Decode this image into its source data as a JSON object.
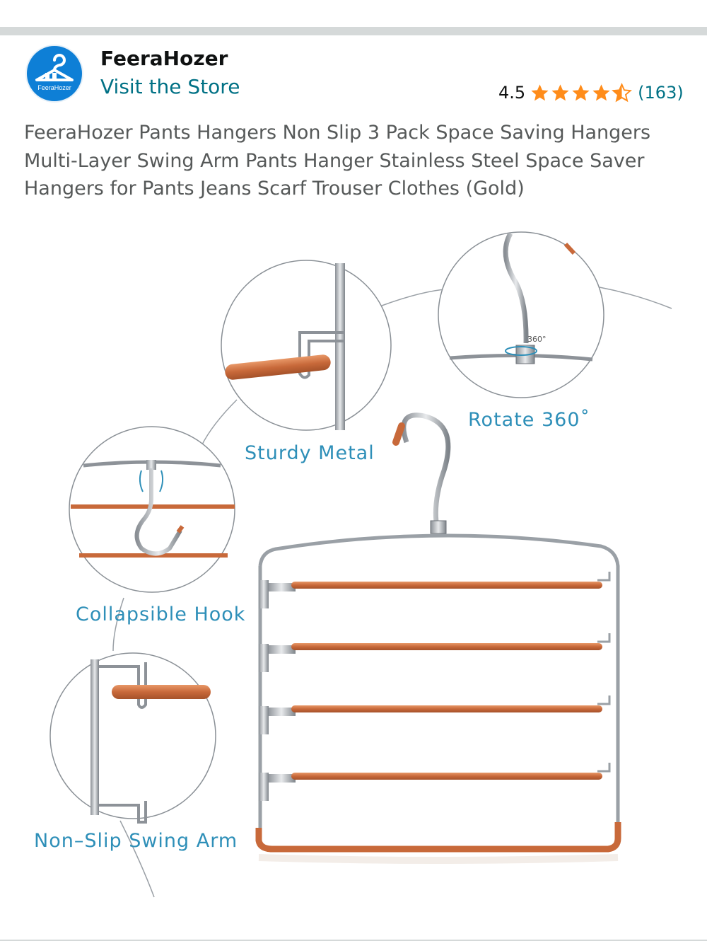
{
  "store": {
    "logo_text": "FeeraHozer",
    "name": "FeeraHozer",
    "visit_label": "Visit the Store"
  },
  "rating": {
    "value": "4.5",
    "stars_filled": 4.5,
    "stars_total": 5,
    "review_count": "(163)",
    "star_color": "#ff8c1a"
  },
  "product": {
    "title": "FeeraHozer Pants Hangers Non Slip 3 Pack Space Saving Hangers Multi-Layer Swing Arm Pants Hanger Stainless Steel Space Saver Hangers for Pants Jeans Scarf Trouser Clothes (Gold)"
  },
  "image": {
    "callouts": {
      "sturdy_metal": "Sturdy Metal",
      "rotate": "Rotate 360˚",
      "rotate_badge": "360°",
      "collapsible_hook": "Collapsible Hook",
      "non_slip": "Non–Slip Swing Arm"
    },
    "accent_color": "#2e8fb8",
    "bar_color": "#c8693a"
  }
}
